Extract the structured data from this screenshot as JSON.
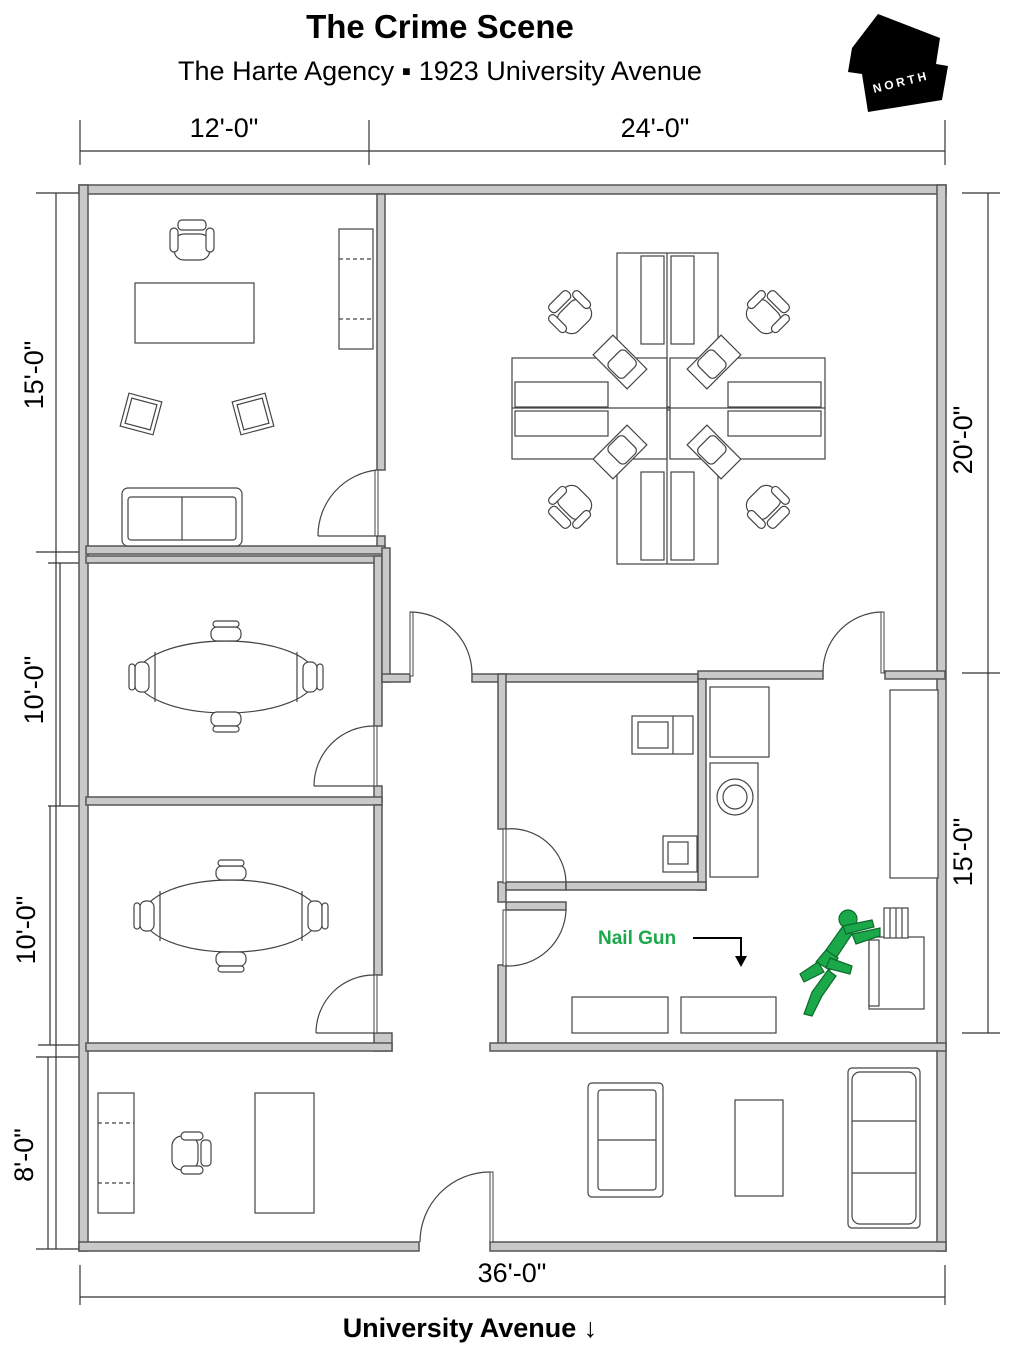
{
  "header": {
    "title": "The Crime Scene",
    "subtitle": "The Harte Agency ▪ 1923 University Avenue"
  },
  "north_badge": {
    "label": "NORTH",
    "icon": "north-arrow-icon"
  },
  "dimensions": {
    "top_left": "12'-0\"",
    "top_right": "24'-0\"",
    "left_1": "15'-0\"",
    "left_2": "10'-0\"",
    "left_3": "10'-0\"",
    "left_4": "8'-0\"",
    "right_1": "20'-0\"",
    "right_2": "15'-0\"",
    "bottom": "36'-0\""
  },
  "evidence": {
    "label": "Nail Gun",
    "color": "#1aa84a"
  },
  "victim": {
    "icon": "victim-figure-icon",
    "color": "#1aa84a"
  },
  "street": {
    "label": "University Avenue",
    "arrow": "↓"
  }
}
